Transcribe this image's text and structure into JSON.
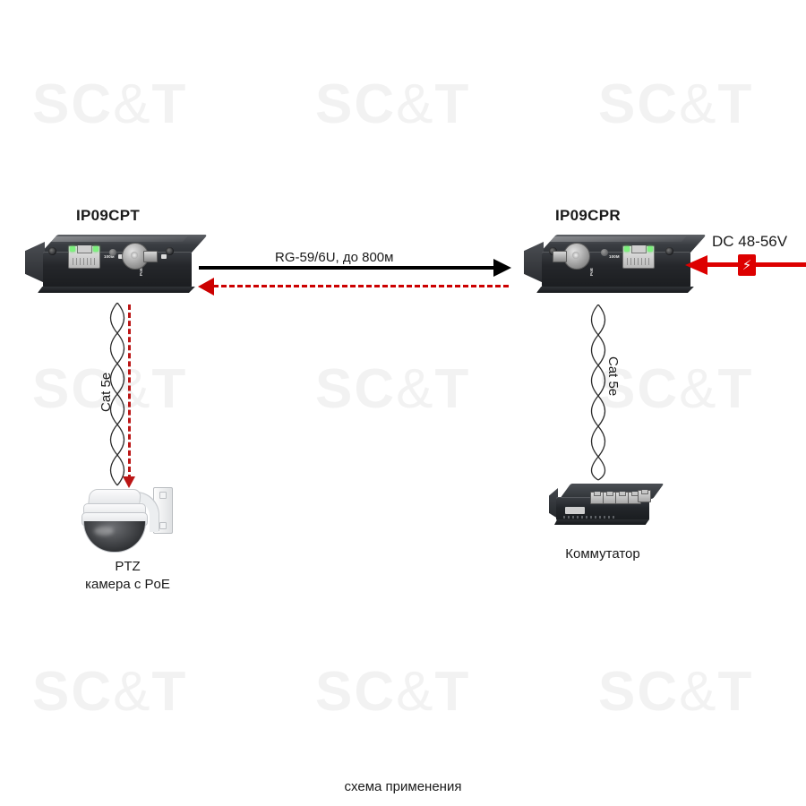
{
  "page": {
    "title": "Схема применения IP09CPT / IP09CPR",
    "caption": "схема применения",
    "background_color": "#ffffff"
  },
  "watermark": {
    "text_part1": "SC",
    "text_amp": "&",
    "text_part2": "T",
    "full_text": "SC&T",
    "color": "#f2f2f2",
    "rows": 3,
    "columns": 3
  },
  "devices": {
    "transmitter": {
      "name": "IP09CPT",
      "role": "transmitter",
      "ports": {
        "rj45_label_left": "100M",
        "rj45_label_right": "10M",
        "poe_label": "PoE",
        "bnc_label": "BNC"
      }
    },
    "receiver": {
      "name": "IP09CPR",
      "role": "receiver",
      "ports": {
        "rj45_label_left": "100M",
        "rj45_label_right": "10M",
        "poe_label": "PoE",
        "bnc_label": "BNC"
      }
    }
  },
  "links": {
    "coax": {
      "label": "RG-59/6U, до 800м",
      "forward_arrow_color": "#000000",
      "return_arrow_color": "#cc0000",
      "forward_direction": "right",
      "return_direction": "left"
    },
    "cat5e_left": {
      "label": "Cat 5e",
      "power_arrow_color": "#bb1515",
      "direction": "down"
    },
    "cat5e_right": {
      "label": "Cat 5e",
      "direction": "none"
    }
  },
  "power": {
    "label": "DC 48-56V",
    "icon": "lightning-bolt-icon",
    "icon_glyph": "⚡",
    "color": "#dd0000",
    "direction": "left"
  },
  "endpoints": {
    "camera": {
      "line1": "PTZ",
      "line2": "камера с PoE",
      "icon": "ptz-dome-camera-icon"
    },
    "switch": {
      "label": "Коммутатор",
      "icon": "network-switch-icon"
    }
  }
}
